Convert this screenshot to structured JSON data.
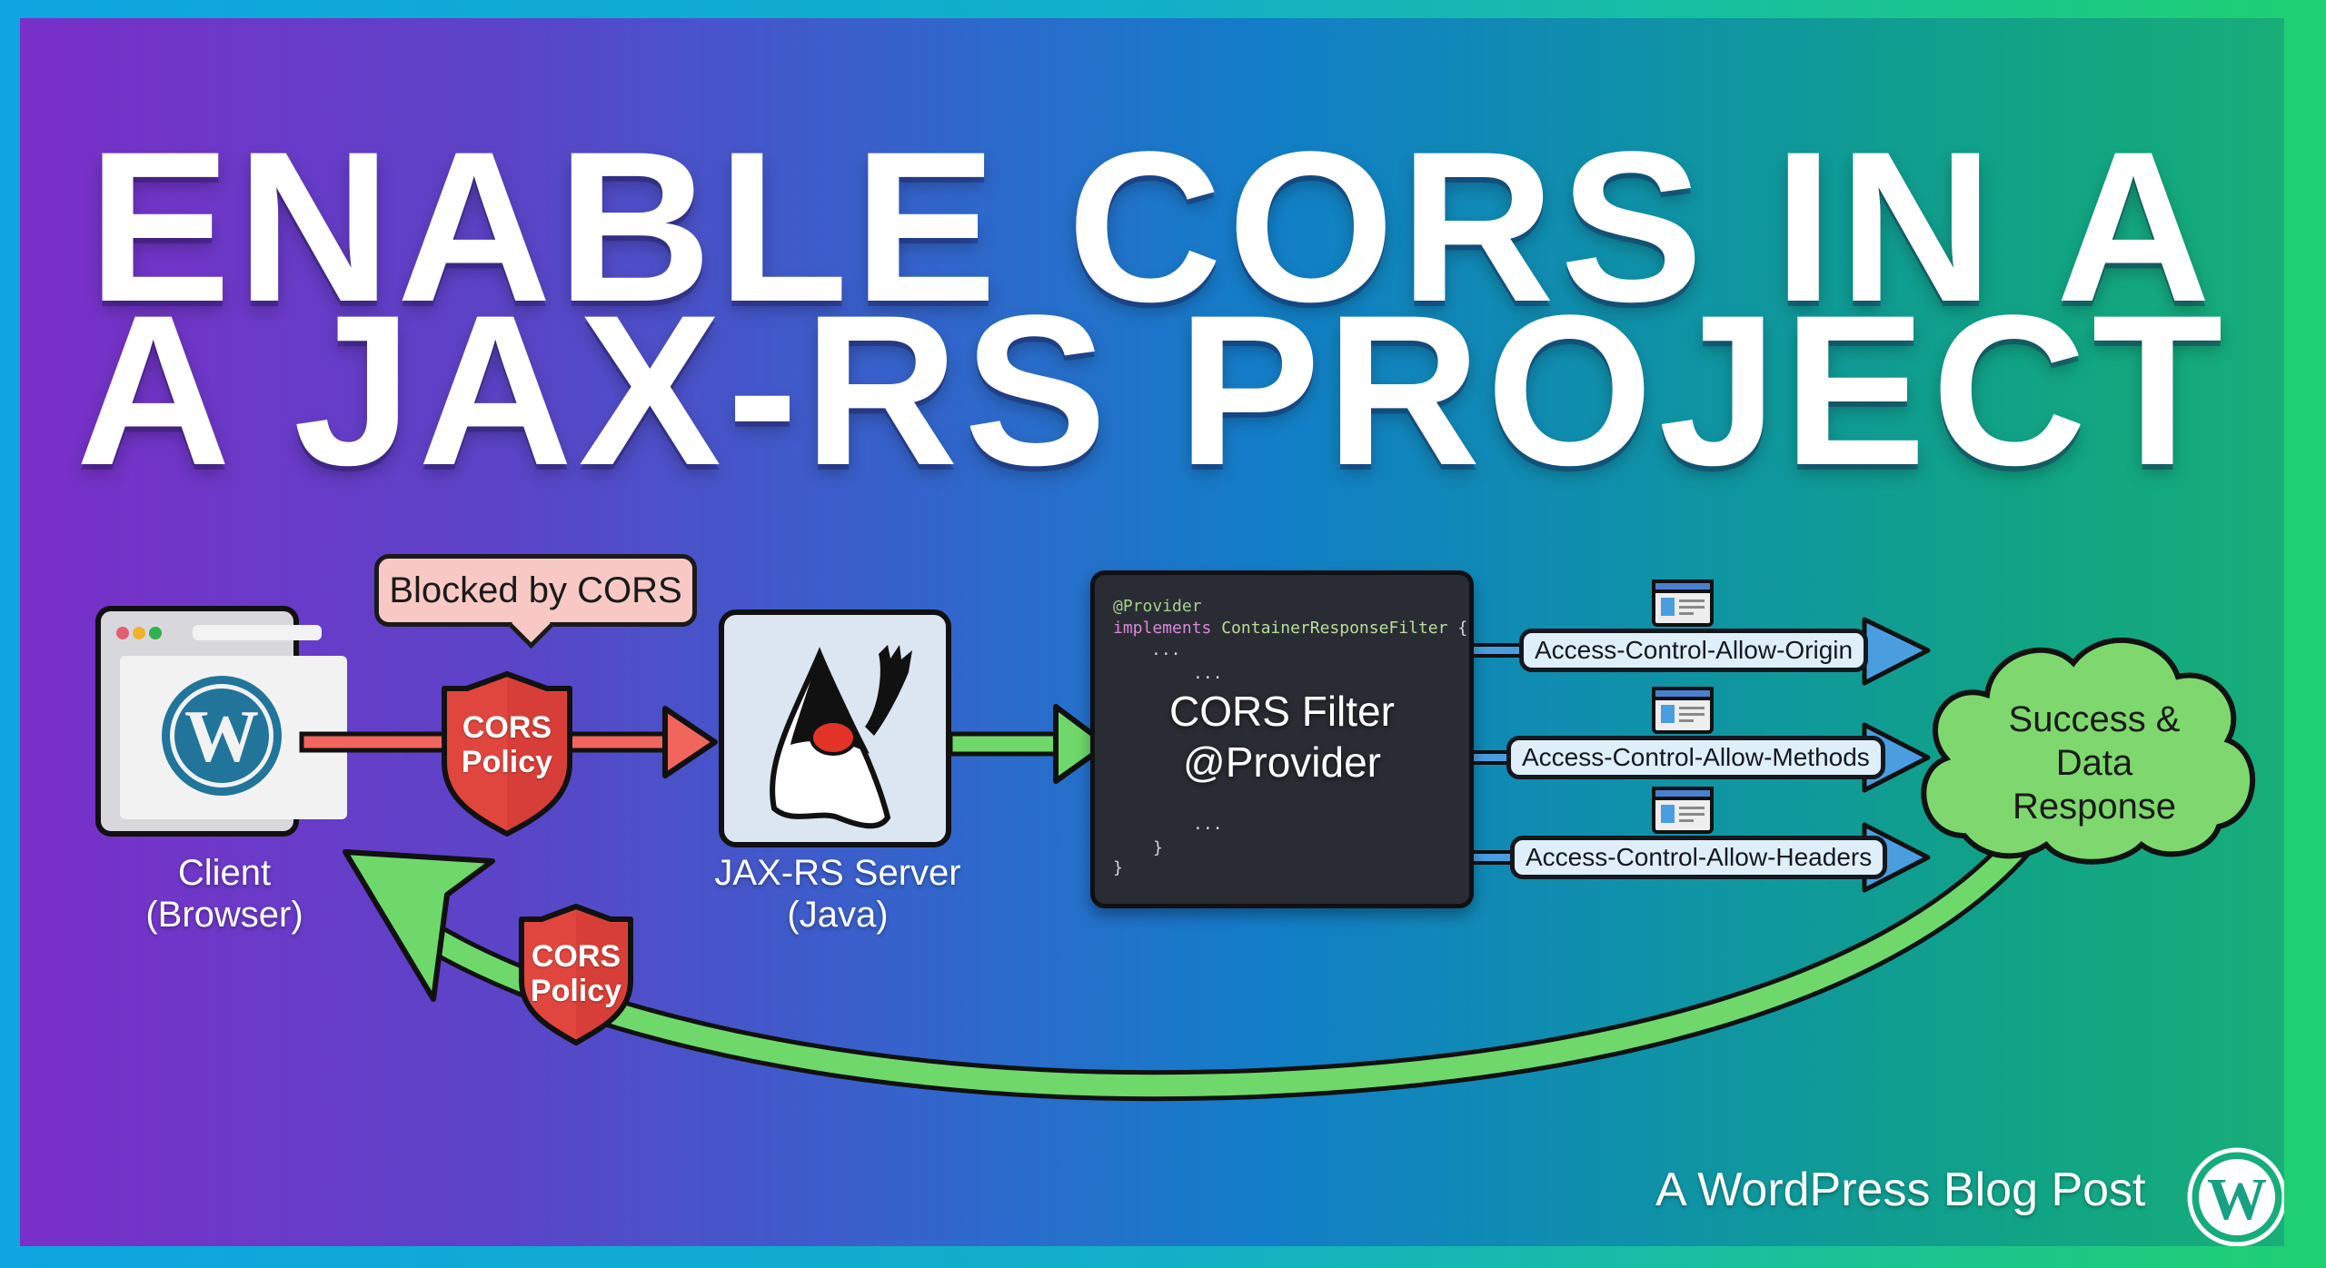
{
  "title": {
    "line1": "ENABLE CORS IN A",
    "line2": "A JAX-RS PROJECT"
  },
  "colors": {
    "bg_left": "#7a2fc8",
    "bg_mid": "#127ec8",
    "bg_right": "#17ae78",
    "frame_left": "#0ea5e0",
    "frame_right": "#1fd072",
    "blocked_red": "#e0463e",
    "success_green": "#6fd86a",
    "header_blue": "#4a9ee0",
    "code_bg": "#2a2c34",
    "wordpress_blue": "#21759b"
  },
  "client": {
    "icon": "wordpress-logo-icon",
    "label_line1": "Client",
    "label_line2": "(Browser)"
  },
  "blocked_bubble": {
    "text": "Blocked by CORS"
  },
  "shield_request": {
    "icon": "shield-icon",
    "line1": "CORS",
    "line2": "Policy"
  },
  "server": {
    "icon": "java-duke-icon",
    "label_line1": "JAX-RS Server",
    "label_line2": "(Java)"
  },
  "code_box": {
    "line1": "@Provider",
    "line2_keyword": "implements",
    "line2_type": "ContainerResponseFilter",
    "line2_brace": "{",
    "line3": "...",
    "line4": "...",
    "line5": "...",
    "line6": "}",
    "line7": "}",
    "title_line1": "CORS Filter",
    "title_line2": "@Provider"
  },
  "headers": [
    {
      "icon": "browser-window-icon",
      "label": "Access-Control-Allow-Origin"
    },
    {
      "icon": "browser-window-icon",
      "label": "Access-Control-Allow-Methods"
    },
    {
      "icon": "browser-window-icon",
      "label": "Access-Control-Allow-Headers"
    }
  ],
  "cloud": {
    "line1": "Success &",
    "line2": "Data",
    "line3": "Response"
  },
  "shield_response": {
    "icon": "shield-icon",
    "line1": "CORS",
    "line2": "Policy"
  },
  "footer": {
    "text": "A WordPress Blog Post",
    "icon": "wordpress-logo-icon"
  }
}
